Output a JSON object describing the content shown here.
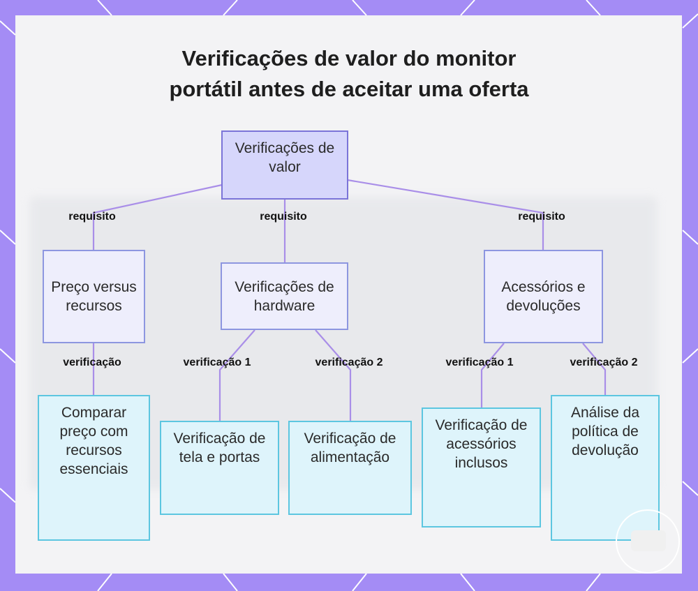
{
  "title": {
    "line1": "Verificações de valor do monitor",
    "line2": "portátil antes de aceitar uma oferta"
  },
  "nodes": {
    "root": "Verificações de valor",
    "price": "Preço versus recursos",
    "hardware": "Verificações de hardware",
    "accessories": "Acessórios e devoluções",
    "compare": "Comparar preço com recursos essenciais",
    "screen": "Verificação de tela e portas",
    "power": "Verificação de alimentação",
    "included": "Verificação de acessórios inclusos",
    "returns": "Análise da política de devolução"
  },
  "edge_labels": {
    "req_left": "requisito",
    "req_center": "requisito",
    "req_right": "requisito",
    "check_price": "verificação",
    "check_hw_1": "verificação 1",
    "check_hw_2": "verificação 2",
    "check_acc_1": "verificação 1",
    "check_acc_2": "verificação 2"
  },
  "colors": {
    "edge": "#a98ee8",
    "frame": "#a48cf5",
    "root_fill": "#d6d6fb",
    "leaf_fill": "#def4fb"
  }
}
